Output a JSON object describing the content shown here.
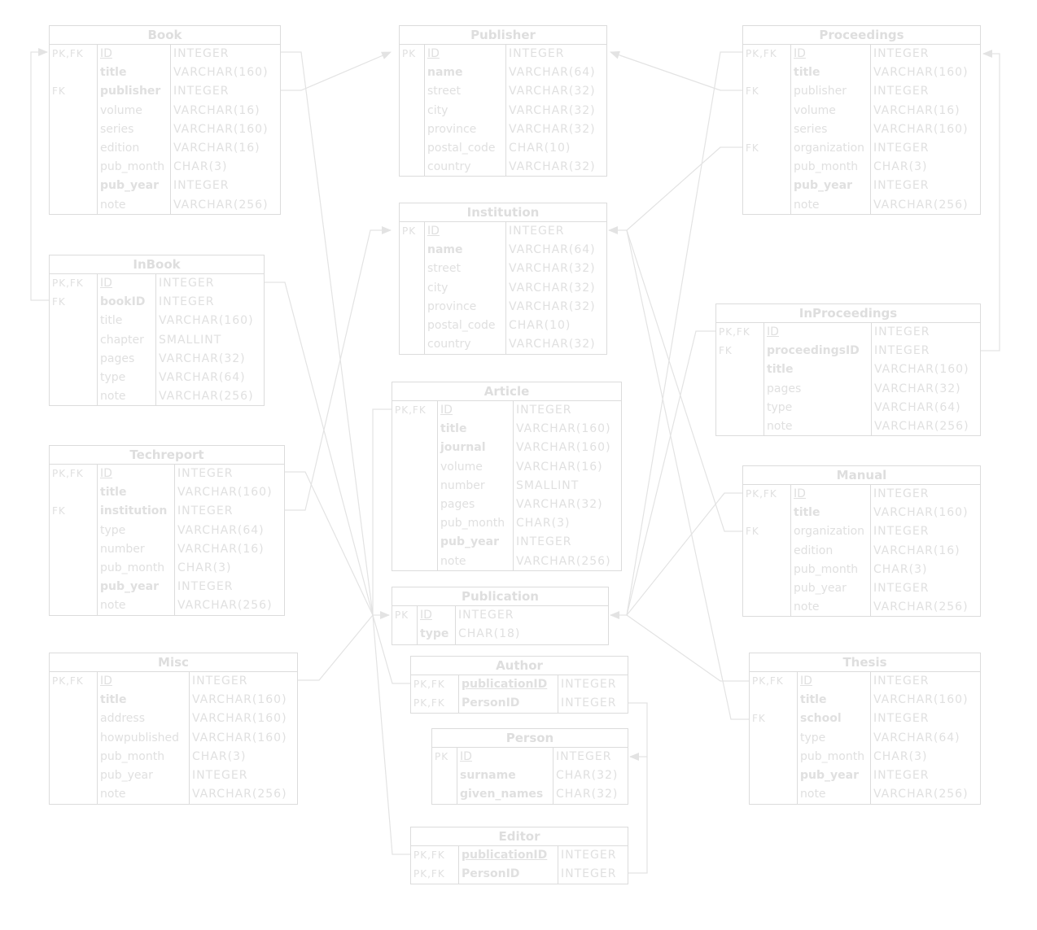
{
  "colors": {
    "line": "#e3e3e3",
    "text": "#e0e0e0",
    "border": "#dcdcdc"
  },
  "tables": {
    "book": {
      "title": "Book",
      "rows": [
        {
          "key": "PK,FK",
          "name": "ID",
          "type": "INTEGER",
          "u": true
        },
        {
          "key": "",
          "name": "title",
          "type": "VARCHAR(160)",
          "b": true
        },
        {
          "key": "FK",
          "name": "publisher",
          "type": "INTEGER",
          "b": true
        },
        {
          "key": "",
          "name": "volume",
          "type": "VARCHAR(16)"
        },
        {
          "key": "",
          "name": "series",
          "type": "VARCHAR(160)"
        },
        {
          "key": "",
          "name": "edition",
          "type": "VARCHAR(16)"
        },
        {
          "key": "",
          "name": "pub_month",
          "type": "CHAR(3)"
        },
        {
          "key": "",
          "name": "pub_year",
          "type": "INTEGER",
          "b": true
        },
        {
          "key": "",
          "name": "note",
          "type": "VARCHAR(256)"
        }
      ]
    },
    "publisher": {
      "title": "Publisher",
      "rows": [
        {
          "key": "PK",
          "name": "ID",
          "type": "INTEGER",
          "u": true
        },
        {
          "key": "",
          "name": "name",
          "type": "VARCHAR(64)",
          "b": true
        },
        {
          "key": "",
          "name": "street",
          "type": "VARCHAR(32)"
        },
        {
          "key": "",
          "name": "city",
          "type": "VARCHAR(32)"
        },
        {
          "key": "",
          "name": "province",
          "type": "VARCHAR(32)"
        },
        {
          "key": "",
          "name": "postal_code",
          "type": "CHAR(10)"
        },
        {
          "key": "",
          "name": "country",
          "type": "VARCHAR(32)"
        }
      ]
    },
    "proceedings": {
      "title": "Proceedings",
      "rows": [
        {
          "key": "PK,FK",
          "name": "ID",
          "type": "INTEGER",
          "u": true
        },
        {
          "key": "",
          "name": "title",
          "type": "VARCHAR(160)",
          "b": true
        },
        {
          "key": "FK",
          "name": "publisher",
          "type": "INTEGER"
        },
        {
          "key": "",
          "name": "volume",
          "type": "VARCHAR(16)"
        },
        {
          "key": "",
          "name": "series",
          "type": "VARCHAR(160)"
        },
        {
          "key": "FK",
          "name": "organization",
          "type": "INTEGER"
        },
        {
          "key": "",
          "name": "pub_month",
          "type": "CHAR(3)"
        },
        {
          "key": "",
          "name": "pub_year",
          "type": "INTEGER",
          "b": true
        },
        {
          "key": "",
          "name": "note",
          "type": "VARCHAR(256)"
        }
      ]
    },
    "inbook": {
      "title": "InBook",
      "rows": [
        {
          "key": "PK,FK",
          "name": "ID",
          "type": "INTEGER",
          "u": true
        },
        {
          "key": "FK",
          "name": "bookID",
          "type": "INTEGER",
          "b": true
        },
        {
          "key": "",
          "name": "title",
          "type": "VARCHAR(160)"
        },
        {
          "key": "",
          "name": "chapter",
          "type": "SMALLINT"
        },
        {
          "key": "",
          "name": "pages",
          "type": "VARCHAR(32)"
        },
        {
          "key": "",
          "name": "type",
          "type": "VARCHAR(64)"
        },
        {
          "key": "",
          "name": "note",
          "type": "VARCHAR(256)"
        }
      ]
    },
    "institution": {
      "title": "Institution",
      "rows": [
        {
          "key": "PK",
          "name": "ID",
          "type": "INTEGER",
          "u": true
        },
        {
          "key": "",
          "name": "name",
          "type": "VARCHAR(64)",
          "b": true
        },
        {
          "key": "",
          "name": "street",
          "type": "VARCHAR(32)"
        },
        {
          "key": "",
          "name": "city",
          "type": "VARCHAR(32)"
        },
        {
          "key": "",
          "name": "province",
          "type": "VARCHAR(32)"
        },
        {
          "key": "",
          "name": "postal_code",
          "type": "CHAR(10)"
        },
        {
          "key": "",
          "name": "country",
          "type": "VARCHAR(32)"
        }
      ]
    },
    "inproceedings": {
      "title": "InProceedings",
      "rows": [
        {
          "key": "PK,FK",
          "name": "ID",
          "type": "INTEGER",
          "u": true
        },
        {
          "key": "FK",
          "name": "proceedingsID",
          "type": "INTEGER",
          "b": true
        },
        {
          "key": "",
          "name": "title",
          "type": "VARCHAR(160)",
          "b": true
        },
        {
          "key": "",
          "name": "pages",
          "type": "VARCHAR(32)"
        },
        {
          "key": "",
          "name": "type",
          "type": "VARCHAR(64)"
        },
        {
          "key": "",
          "name": "note",
          "type": "VARCHAR(256)"
        }
      ]
    },
    "article": {
      "title": "Article",
      "rows": [
        {
          "key": "PK,FK",
          "name": "ID",
          "type": "INTEGER",
          "u": true
        },
        {
          "key": "",
          "name": "title",
          "type": "VARCHAR(160)",
          "b": true
        },
        {
          "key": "",
          "name": "journal",
          "type": "VARCHAR(160)",
          "b": true
        },
        {
          "key": "",
          "name": "volume",
          "type": "VARCHAR(16)"
        },
        {
          "key": "",
          "name": "number",
          "type": "SMALLINT"
        },
        {
          "key": "",
          "name": "pages",
          "type": "VARCHAR(32)"
        },
        {
          "key": "",
          "name": "pub_month",
          "type": "CHAR(3)"
        },
        {
          "key": "",
          "name": "pub_year",
          "type": "INTEGER",
          "b": true
        },
        {
          "key": "",
          "name": "note",
          "type": "VARCHAR(256)"
        }
      ]
    },
    "techreport": {
      "title": "Techreport",
      "rows": [
        {
          "key": "PK,FK",
          "name": "ID",
          "type": "INTEGER",
          "u": true
        },
        {
          "key": "",
          "name": "title",
          "type": "VARCHAR(160)",
          "b": true
        },
        {
          "key": "FK",
          "name": "institution",
          "type": "INTEGER",
          "b": true
        },
        {
          "key": "",
          "name": "type",
          "type": "VARCHAR(64)"
        },
        {
          "key": "",
          "name": "number",
          "type": "VARCHAR(16)"
        },
        {
          "key": "",
          "name": "pub_month",
          "type": "CHAR(3)"
        },
        {
          "key": "",
          "name": "pub_year",
          "type": "INTEGER",
          "b": true
        },
        {
          "key": "",
          "name": "note",
          "type": "VARCHAR(256)"
        }
      ]
    },
    "manual": {
      "title": "Manual",
      "rows": [
        {
          "key": "PK,FK",
          "name": "ID",
          "type": "INTEGER",
          "u": true
        },
        {
          "key": "",
          "name": "title",
          "type": "VARCHAR(160)",
          "b": true
        },
        {
          "key": "FK",
          "name": "organization",
          "type": "INTEGER"
        },
        {
          "key": "",
          "name": "edition",
          "type": "VARCHAR(16)"
        },
        {
          "key": "",
          "name": "pub_month",
          "type": "CHAR(3)"
        },
        {
          "key": "",
          "name": "pub_year",
          "type": "INTEGER"
        },
        {
          "key": "",
          "name": "note",
          "type": "VARCHAR(256)"
        }
      ]
    },
    "publication": {
      "title": "Publication",
      "rows": [
        {
          "key": "PK",
          "name": "ID",
          "type": "INTEGER",
          "u": true
        },
        {
          "key": "",
          "name": "type",
          "type": "CHAR(18)",
          "b": true
        }
      ]
    },
    "misc": {
      "title": "Misc",
      "rows": [
        {
          "key": "PK,FK",
          "name": "ID",
          "type": "INTEGER",
          "u": true
        },
        {
          "key": "",
          "name": "title",
          "type": "VARCHAR(160)",
          "b": true
        },
        {
          "key": "",
          "name": "address",
          "type": "VARCHAR(160)"
        },
        {
          "key": "",
          "name": "howpublished",
          "type": "VARCHAR(160)"
        },
        {
          "key": "",
          "name": "pub_month",
          "type": "CHAR(3)"
        },
        {
          "key": "",
          "name": "pub_year",
          "type": "INTEGER"
        },
        {
          "key": "",
          "name": "note",
          "type": "VARCHAR(256)"
        }
      ]
    },
    "author": {
      "title": "Author",
      "rows": [
        {
          "key": "PK,FK",
          "name": "publicationID",
          "type": "INTEGER",
          "u": true,
          "b": true
        },
        {
          "key": "PK,FK",
          "name": "PersonID",
          "type": "INTEGER",
          "b": true
        }
      ]
    },
    "thesis": {
      "title": "Thesis",
      "rows": [
        {
          "key": "PK,FK",
          "name": "ID",
          "type": "INTEGER",
          "u": true
        },
        {
          "key": "",
          "name": "title",
          "type": "VARCHAR(160)",
          "b": true
        },
        {
          "key": "FK",
          "name": "school",
          "type": "INTEGER",
          "b": true
        },
        {
          "key": "",
          "name": "type",
          "type": "VARCHAR(64)"
        },
        {
          "key": "",
          "name": "pub_month",
          "type": "CHAR(3)"
        },
        {
          "key": "",
          "name": "pub_year",
          "type": "INTEGER",
          "b": true
        },
        {
          "key": "",
          "name": "note",
          "type": "VARCHAR(256)"
        }
      ]
    },
    "person": {
      "title": "Person",
      "rows": [
        {
          "key": "PK",
          "name": "ID",
          "type": "INTEGER",
          "u": true
        },
        {
          "key": "",
          "name": "surname",
          "type": "CHAR(32)",
          "b": true
        },
        {
          "key": "",
          "name": "given_names",
          "type": "CHAR(32)",
          "b": true
        }
      ]
    },
    "editor": {
      "title": "Editor",
      "rows": [
        {
          "key": "PK,FK",
          "name": "publicationID",
          "type": "INTEGER",
          "u": true,
          "b": true
        },
        {
          "key": "PK,FK",
          "name": "PersonID",
          "type": "INTEGER",
          "b": true
        }
      ]
    }
  }
}
